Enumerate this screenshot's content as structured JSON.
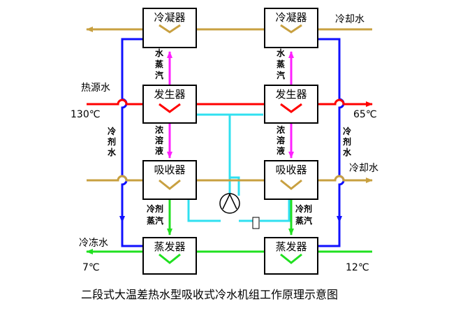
{
  "colors": {
    "cooling_water": "#c8a040",
    "heat_source": "#ff0000",
    "chilled_water": "#20e020",
    "refrigerant_water": "#1010ff",
    "steam": "#ff20ff",
    "solution": "#30e0f0",
    "box_stroke": "#000000"
  },
  "units": {
    "condenser": "冷凝器",
    "generator": "发生器",
    "absorber": "吸收器",
    "evaporator": "蒸发器"
  },
  "labels": {
    "cooling_water": "冷却水",
    "heat_source_water": "热源水",
    "temp_130": "130℃",
    "temp_65": "65℃",
    "chilled_water": "冷冻水",
    "temp_7": "7℃",
    "temp_12": "12℃",
    "water_vapor": "水蒸汽",
    "concentrated_solution": "浓溶液",
    "refrigerant_water": "冷剂水",
    "refrigerant_vapor_line1": "冷剂",
    "refrigerant_vapor_line2": "蒸汽"
  },
  "caption": "二段式大温差热水型吸收式冷水机组工作原理示意图"
}
